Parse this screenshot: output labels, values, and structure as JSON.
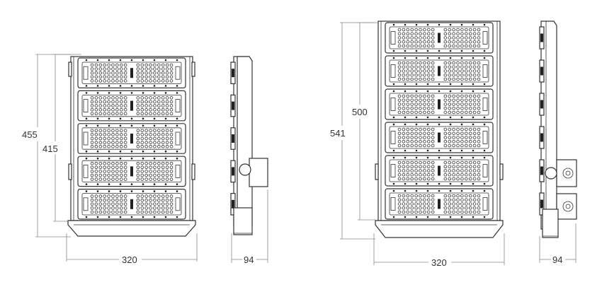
{
  "views": [
    {
      "name": "front-view-5-module",
      "height_outer": "455",
      "height_inner": "415",
      "width": "320",
      "modules": 5
    },
    {
      "name": "side-view-5-module",
      "depth": "94"
    },
    {
      "name": "front-view-6-module",
      "height_outer": "541",
      "height_inner": "500",
      "width": "320",
      "modules": 6
    },
    {
      "name": "side-view-6-module",
      "depth": "94"
    }
  ],
  "colors": {
    "line": "#333333",
    "dimension": "#8a8a8a",
    "led_fill": "#ffffff"
  }
}
